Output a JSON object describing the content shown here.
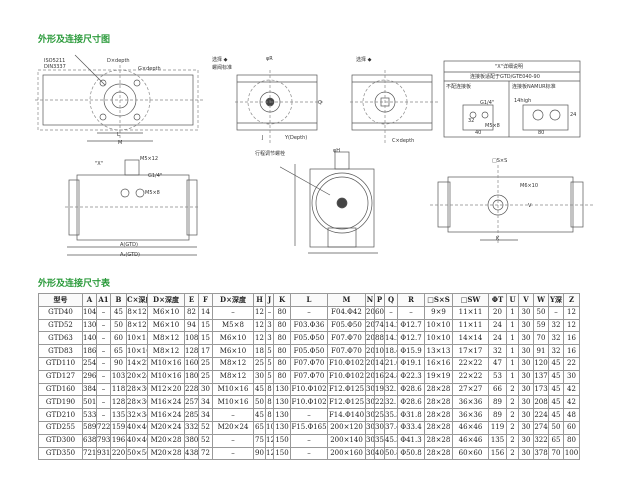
{
  "drawing_title": "外形及连接尺寸图",
  "table_title": "外形及连接尺寸表",
  "labels": {
    "iso": "ISO5211",
    "din": "DIN3337",
    "d_depth": "D×depth",
    "g_depth": "G×depth",
    "l": "L",
    "m": "M",
    "option1": "选择 ◆",
    "option1b": "螺阀标准",
    "phi_r": "φR",
    "q": "Q",
    "j": "J",
    "y_depth": "Y(Depth)",
    "option2": "选择 ◆",
    "c_depth": "C×depth",
    "x_detail": "\"X\"详细说明",
    "plate_fit": "连接板适配于GTD/GTE040-90",
    "no_plate": "不配连接板",
    "namur": "连接板NAMUR标准",
    "g14": "G1/4\"",
    "m5x8": "M5×8",
    "d32": "32",
    "d40": "40",
    "high": "14high",
    "d24": "24",
    "d80": "80",
    "x_mark": "\"X\"",
    "m5x12": "M5×12",
    "a1": "A₁(GTD)",
    "a": "A(GTD)",
    "stroke_screw": "行程调节螺栓",
    "phi_h": "φH",
    "s_s": "□S×S",
    "m6x10": "M6×10",
    "v": "V",
    "k": "K"
  },
  "table": {
    "headers": [
      "型号",
      "A",
      "A1",
      "B",
      "C×深度",
      "D×深度",
      "E",
      "F",
      "D×深度",
      "H",
      "J",
      "K",
      "L",
      "M",
      "N",
      "P",
      "Q",
      "R",
      "□S×S",
      "□SW",
      "ΦT",
      "U",
      "V",
      "W",
      "Y深",
      "Z"
    ],
    "rows": [
      [
        "GTD40",
        "104",
        "–",
        "45",
        "8×12",
        "M6×10",
        "82",
        "14",
        "–",
        "12",
        "–",
        "80",
        "–",
        "F04.Φ42",
        "20",
        "60",
        "–",
        "–",
        "9×9",
        "11×11",
        "20",
        "1",
        "30",
        "50",
        "–",
        "12"
      ],
      [
        "GTD52",
        "130",
        "–",
        "50",
        "8×12",
        "M6×10",
        "94",
        "15",
        "M5×8",
        "12",
        "3",
        "80",
        "F03.Φ36",
        "F05.Φ50",
        "20",
        "74",
        "14.2",
        "Φ12.7",
        "10×10",
        "11×11",
        "24",
        "1",
        "30",
        "59",
        "32",
        "12"
      ],
      [
        "GTD63",
        "140",
        "–",
        "60",
        "10×15",
        "M8×12",
        "108",
        "15",
        "M6×10",
        "12",
        "3",
        "80",
        "F05.Φ50",
        "F07.Φ70",
        "20",
        "88",
        "14.2",
        "Φ12.7",
        "10×10",
        "14×14",
        "24",
        "1",
        "30",
        "70",
        "32",
        "16"
      ],
      [
        "GTD83",
        "186",
        "–",
        "65",
        "10×16",
        "M8×12",
        "128",
        "17",
        "M6×10",
        "18",
        "5",
        "80",
        "F05.Φ50",
        "F07.Φ70",
        "20",
        "108",
        "18.4",
        "Φ15.9",
        "13×13",
        "17×17",
        "32",
        "1",
        "30",
        "91",
        "32",
        "16"
      ],
      [
        "GTD110",
        "254",
        "–",
        "90",
        "14×22",
        "M10×16",
        "160",
        "25",
        "M8×12",
        "25",
        "5",
        "80",
        "F07.Φ70",
        "F10.Φ102",
        "20",
        "140",
        "21.6",
        "Φ19.1",
        "16×16",
        "22×22",
        "47",
        "1",
        "30",
        "120",
        "45",
        "22"
      ],
      [
        "GTD127",
        "296",
        "–",
        "103",
        "20×24",
        "M10×16",
        "180",
        "25",
        "M8×12",
        "30",
        "5",
        "80",
        "F07.Φ70",
        "F10.Φ102",
        "20",
        "160",
        "24.8",
        "Φ22.3",
        "19×19",
        "22×22",
        "53",
        "1",
        "30",
        "137",
        "45",
        "30"
      ],
      [
        "GTD160",
        "384",
        "–",
        "118",
        "28×30",
        "M12×20",
        "228",
        "30",
        "M10×16",
        "45",
        "8",
        "130",
        "F10.Φ102",
        "F12.Φ125",
        "30",
        "198",
        "32.1",
        "Φ28.6",
        "28×28",
        "27×27",
        "66",
        "2",
        "30",
        "173",
        "45",
        "42"
      ],
      [
        "GTD190",
        "501",
        "–",
        "128",
        "28×30",
        "M16×24",
        "257",
        "34",
        "M10×16",
        "50",
        "8",
        "130",
        "F10.Φ102",
        "F12.Φ125",
        "30",
        "227",
        "32.1",
        "Φ28.6",
        "28×28",
        "36×36",
        "89",
        "2",
        "30",
        "208",
        "45",
        "42"
      ],
      [
        "GTD210",
        "533",
        "–",
        "135",
        "32×34",
        "M16×24",
        "285",
        "34",
        "–",
        "45",
        "8",
        "130",
        "–",
        "F14.Φ140",
        "30",
        "255",
        "35.3",
        "Φ31.8",
        "28×28",
        "36×36",
        "89",
        "2",
        "30",
        "224",
        "45",
        "48"
      ],
      [
        "GTD255",
        "589",
        "722",
        "159",
        "40×40",
        "M20×24",
        "332",
        "52",
        "M20×24",
        "65",
        "10",
        "130",
        "F15.Φ165",
        "200×120",
        "30",
        "302",
        "37.4",
        "Φ33.4",
        "28×28",
        "46×46",
        "119",
        "2",
        "30",
        "274",
        "50",
        "60"
      ],
      [
        "GTD300",
        "638",
        "793",
        "196",
        "40×40",
        "M20×28",
        "380",
        "52",
        "–",
        "75",
        "12",
        "150",
        "–",
        "200×140",
        "30",
        "350",
        "45.3",
        "Φ41.3",
        "28×28",
        "46×46",
        "135",
        "2",
        "30",
        "322",
        "65",
        "80"
      ],
      [
        "GTD350",
        "721",
        "931",
        "220",
        "50×50",
        "M20×28",
        "438",
        "72",
        "–",
        "90",
        "12",
        "150",
        "–",
        "200×160",
        "30",
        "408",
        "50.8",
        "Φ50.8",
        "28×28",
        "60×60",
        "156",
        "2",
        "30",
        "378",
        "70",
        "100"
      ]
    ]
  }
}
